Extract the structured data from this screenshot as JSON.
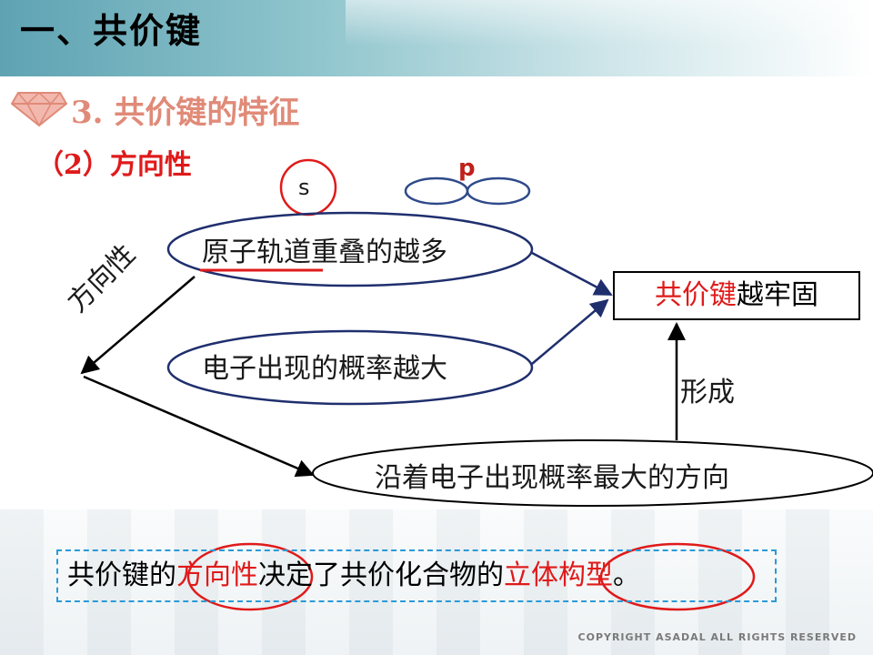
{
  "header": {
    "title": "一、共价键"
  },
  "section": {
    "heading": "3. 共价键的特征",
    "subheading": "（2）方向性"
  },
  "orbitals": {
    "s_label": "s",
    "p_label": "p"
  },
  "diagram": {
    "overlap_more": "原子轨道重叠的越多",
    "probability_larger": "电子出现的概率越大",
    "direction_max": "沿着电子出现概率最大的方向",
    "directionality": "方向性",
    "forms": "形成",
    "result_red": "共价键",
    "result_rest": "越牢固"
  },
  "summary": {
    "part1": "共价键的",
    "part2": "方向性",
    "part3": "决定了共价化合物的",
    "part4": "立体构型",
    "part5": "。"
  },
  "footer": {
    "copyright": "COPYRIGHT  ASADAL  ALL RIGHTS RESERVED"
  },
  "colors": {
    "accent_red": "#e01a1a",
    "oval_blue": "#1f2f6e",
    "dash_blue": "#2a9ad8",
    "banner_teal": "#5fa3b3"
  }
}
